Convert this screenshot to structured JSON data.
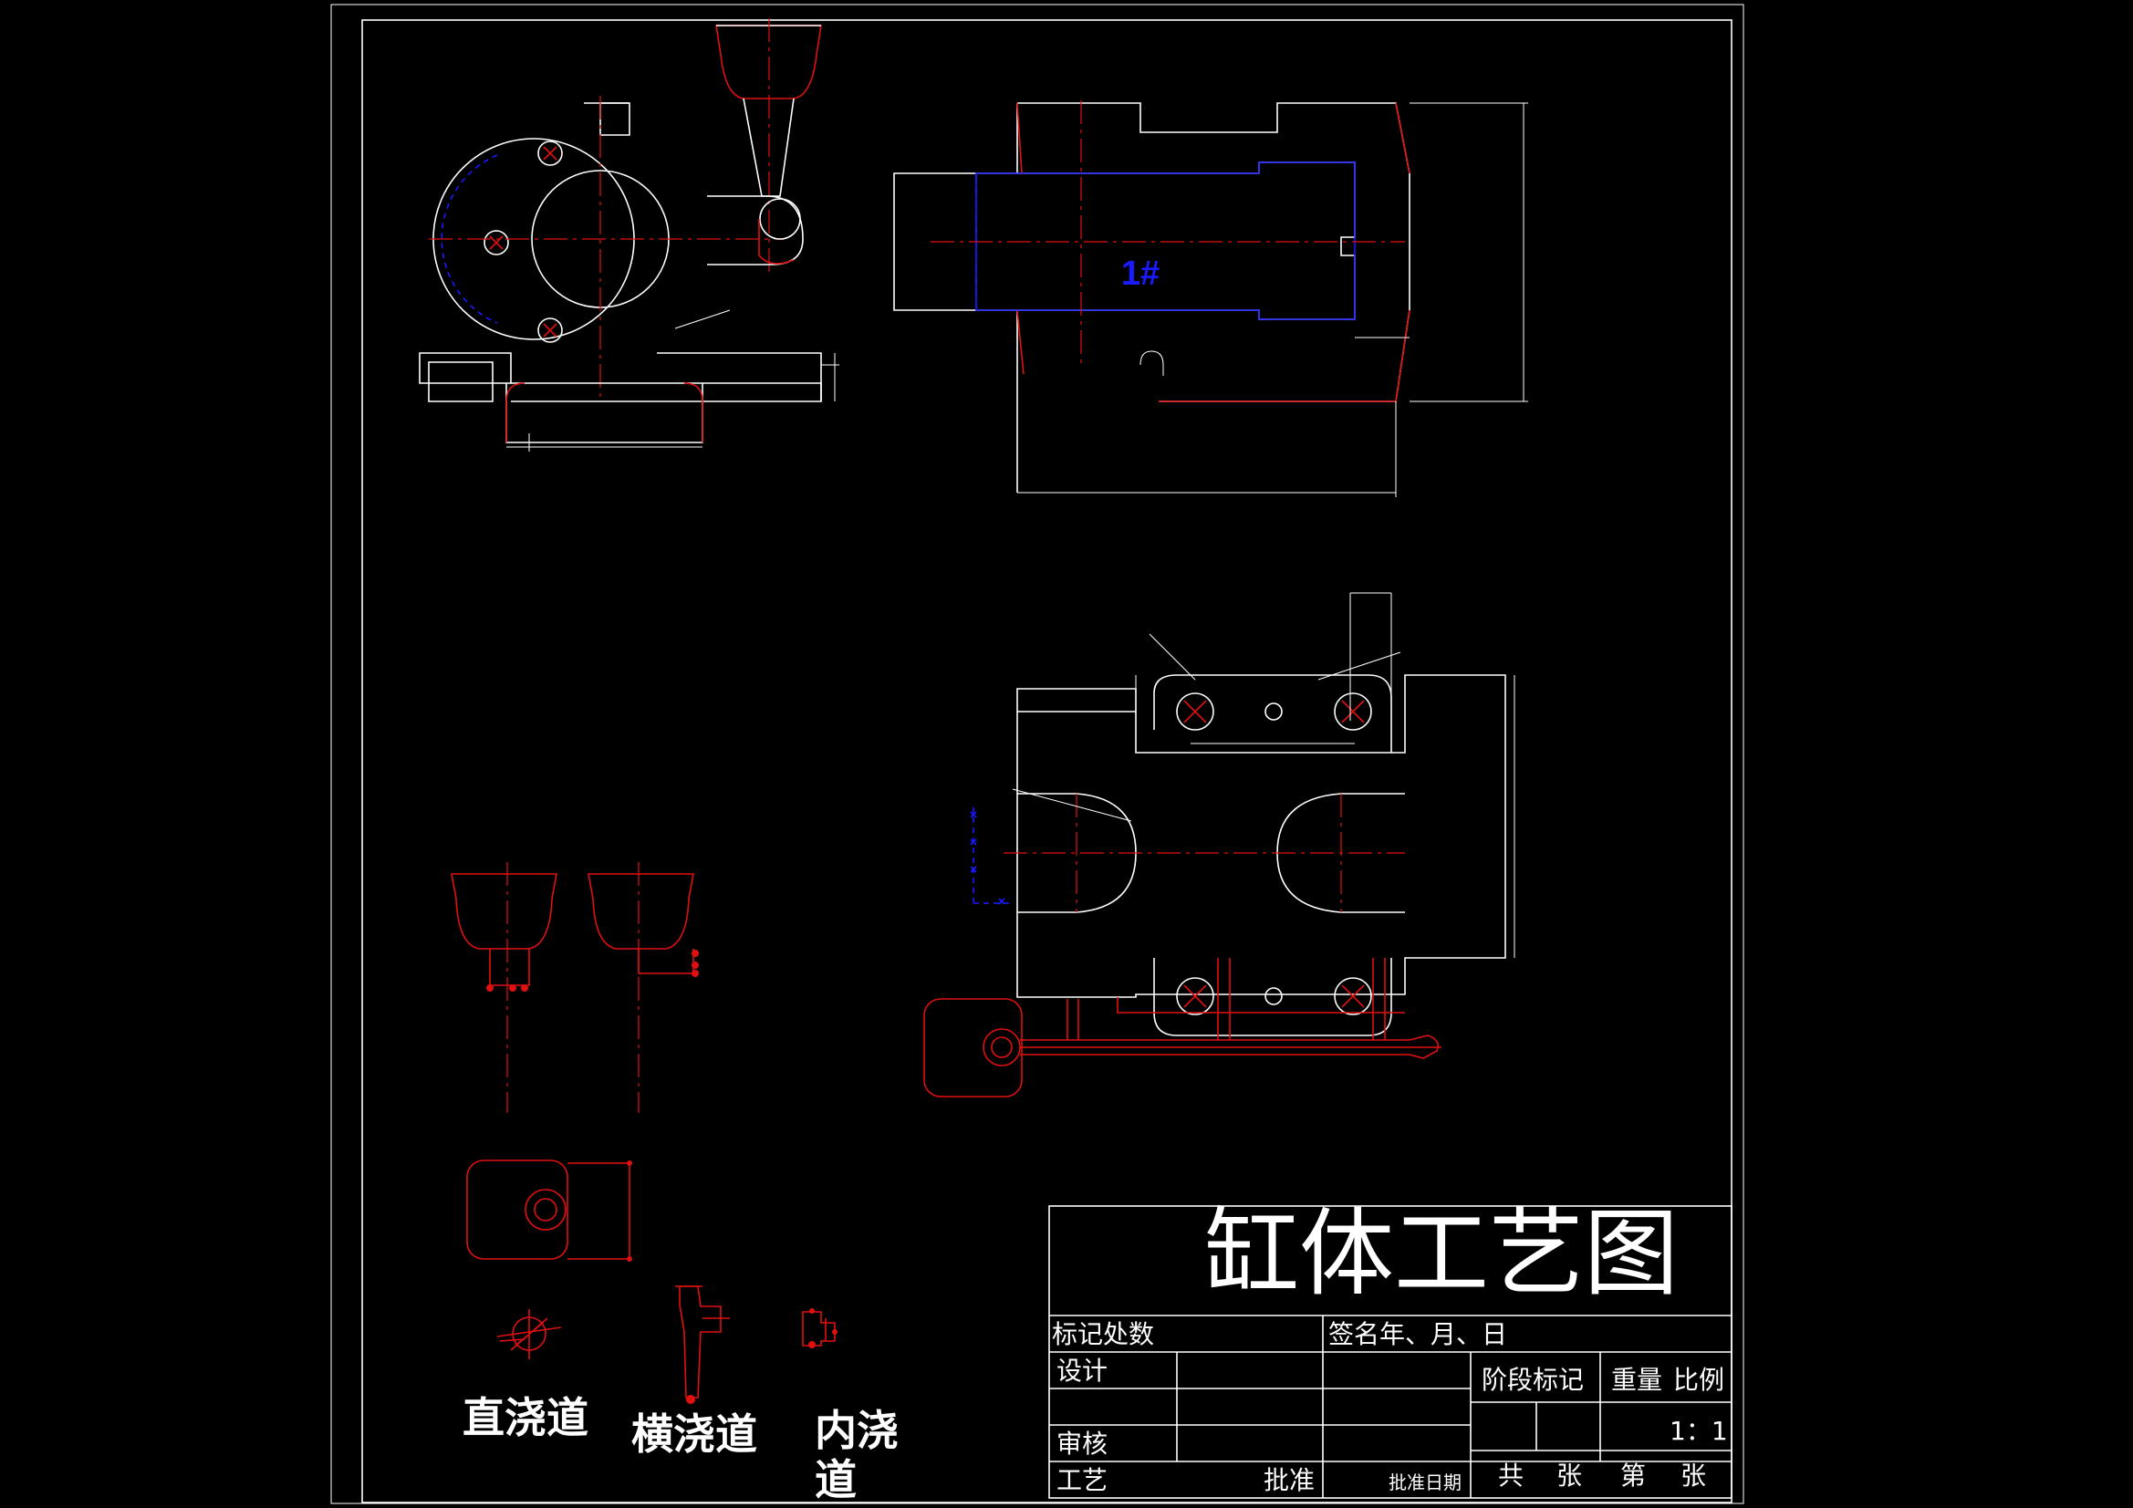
{
  "title_block": {
    "title": "缸体工艺图",
    "marks_label": "标记处数",
    "sign_date_label": "签名年、月、日",
    "design_label": "设计",
    "review_label": "审核",
    "process_label": "工艺",
    "approve_label": "批准",
    "approve_date_label": "批准日期",
    "stage_mark_label": "阶段标记",
    "weight_label": "重量",
    "scale_label": "比例",
    "scale_value": "1：1",
    "total_label": "共",
    "sheets_label": "张",
    "sheet_no_label": "第",
    "sheet_label": "张"
  },
  "labels": {
    "sprue": "直浇道",
    "runner": "横浇道",
    "ingate_line1": "内浇",
    "ingate_line2": "道",
    "core_mark": "1#"
  },
  "colors": {
    "background": "#000000",
    "outline": "#ffffff",
    "gating": "#e01010",
    "core": "#1a1aff"
  }
}
